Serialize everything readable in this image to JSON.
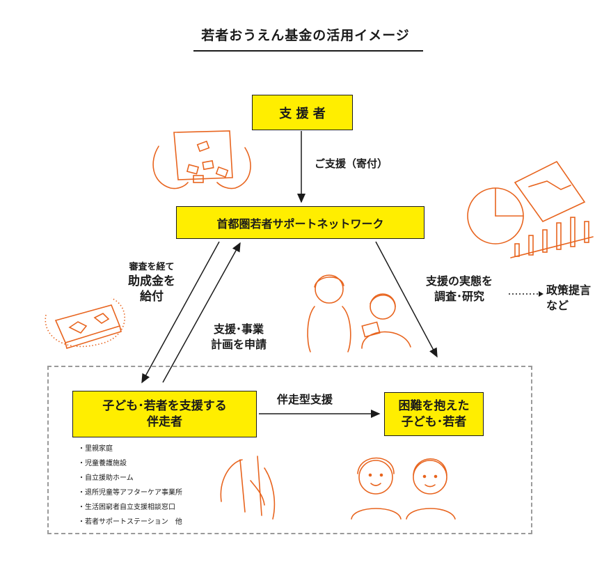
{
  "title": "若者おうえん基金の活用イメージ",
  "nodes": {
    "supporter": "支 援 者",
    "network": "首都圏若者サポートネットワーク",
    "companion_line1": "子ども･若者を支援する",
    "companion_line2": "伴走者",
    "children_line1": "困難を抱えた",
    "children_line2": "子ども･若者"
  },
  "edges": {
    "donation": "ご支援（寄付）",
    "grant_line1": "審査を経て",
    "grant_line2": "助成金を",
    "grant_line3": "給付",
    "apply_line1": "支援･事業",
    "apply_line2": "計画を申請",
    "research_line1": "支援の実態を",
    "research_line2": "調査･研究",
    "policy_line1": "政策提言",
    "policy_line2": "など",
    "accompany": "伴走型支援"
  },
  "companion_list": [
    "里親家庭",
    "児童養護施設",
    "自立援助ホーム",
    "退所児童等アフターケア事業所",
    "生活困窮者自立支援相談窓口",
    "若者サポートステーション　他"
  ],
  "colors": {
    "box_fill": "#ffee00",
    "illustration": "#e8641e",
    "dash": "#9a9a9a"
  }
}
